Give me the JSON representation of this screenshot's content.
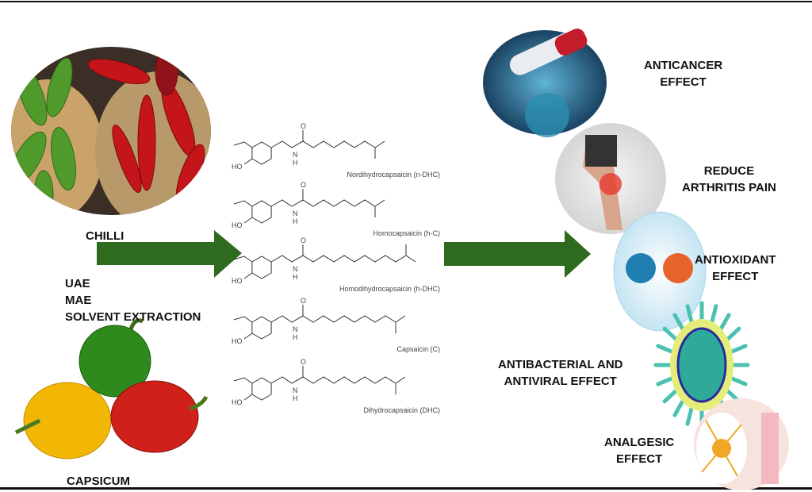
{
  "sources": {
    "chilli": "CHILLI",
    "capsicum": "CAPSICUM"
  },
  "extraction_methods": [
    "UAE",
    "MAE",
    "SOLVENT EXTRACTION"
  ],
  "compounds": [
    "Nordihydrocapsaicin (n-DHC)",
    "Homocapsaicin (h-C)",
    "Homodihydrocapsaicin (h-DHC)",
    "Capsaicin (C)",
    "Dihydrocapsaicin (DHC)"
  ],
  "atom_labels": {
    "oxygen": "O",
    "nitrogen": "N",
    "hydrogen": "H",
    "hydroxyl": "HO"
  },
  "effects": [
    {
      "line1": "ANTICANCER",
      "line2": "EFFECT"
    },
    {
      "line1": "REDUCE",
      "line2": "ARTHRITIS PAIN"
    },
    {
      "line1": "ANTIOXIDANT",
      "line2": "EFFECT"
    },
    {
      "line1": "ANTIBACTERIAL AND",
      "line2": "ANTIVIRAL EFFECT"
    },
    {
      "line1": "ANALGESIC",
      "line2": "EFFECT"
    }
  ],
  "colors": {
    "arrow": "#2e6b1f",
    "text": "#111111"
  }
}
